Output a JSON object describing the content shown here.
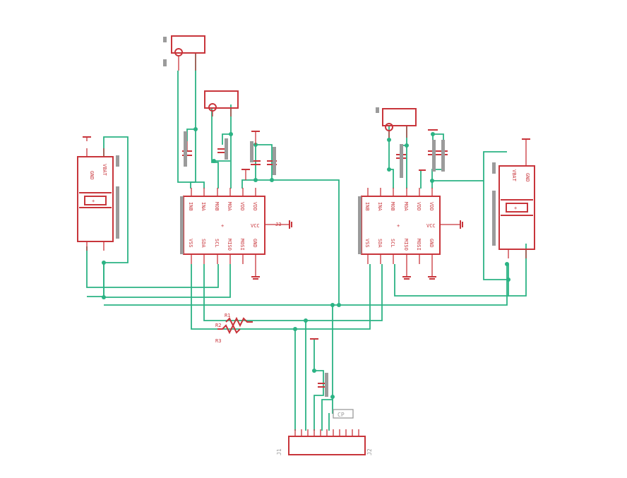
{
  "schematic": {
    "colors": {
      "part": "#c8353b",
      "wire": "#2bb384",
      "label": "#9b9b9b",
      "background": "#ffffff"
    },
    "left_ic": {
      "top_pins": [
        "INB",
        "INA",
        "MOB",
        "MOA",
        "VDD",
        "VDD"
      ],
      "bottom_pins": [
        "VSS",
        "SDA",
        "SCL",
        "MISO",
        "MOSI",
        "GND"
      ],
      "right_pin": "VCC"
    },
    "right_ic": {
      "top_pins": [
        "INB",
        "INA",
        "MOB",
        "MOA",
        "VDD",
        "VDD"
      ],
      "bottom_pins": [
        "VSS",
        "SDA",
        "SCL",
        "MISO",
        "MOSI",
        "GND"
      ],
      "right_pin": "VCC"
    },
    "left_battery": {
      "top_label": "GND",
      "side_label": "VBAT"
    },
    "right_battery": {
      "top_label": "GND",
      "side_label": "VBAT"
    },
    "resistor_labels": [
      "R1",
      "R2",
      "R3"
    ],
    "jumper_label": "J3",
    "connector": {
      "left_label": "J1",
      "right_label": "J2"
    },
    "small_label": "CP"
  }
}
